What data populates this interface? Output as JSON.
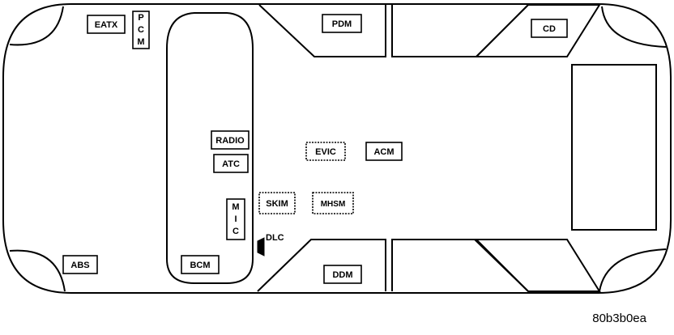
{
  "modules": {
    "eatx": "EATX",
    "pcm": [
      "P",
      "C",
      "M"
    ],
    "pdm": "PDM",
    "cd": "CD",
    "radio": "RADIO",
    "atc": "ATC",
    "evic": "EVIC",
    "acm": "ACM",
    "skim": "SKIM",
    "mhsm": "MHSM",
    "mic": [
      "M",
      "I",
      "C"
    ],
    "dlc": "DLC",
    "abs": "ABS",
    "bcm": "BCM",
    "ddm": "DDM"
  },
  "figure_id": "80b3b0ea"
}
